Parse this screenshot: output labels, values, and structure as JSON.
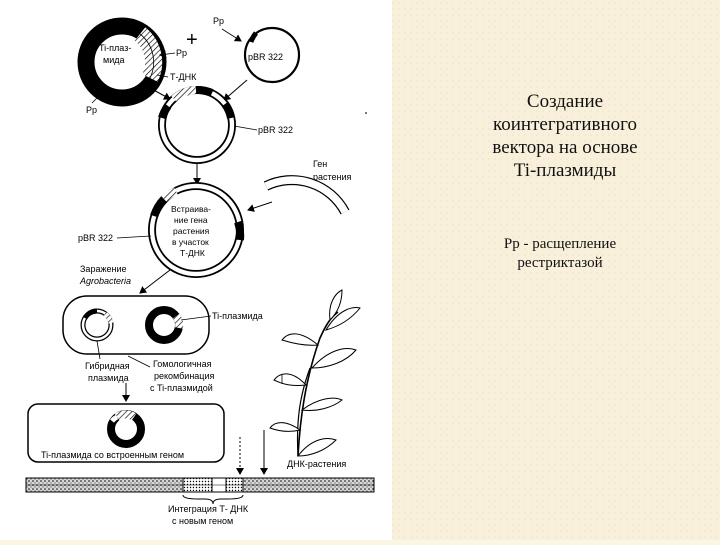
{
  "slide": {
    "title_lines": [
      "Создание",
      "коинтегративного",
      "вектора на основе",
      "Ti-плазмиды"
    ],
    "note_lines": [
      "Рр - расщепление",
      "рестриктазой"
    ]
  },
  "diagram": {
    "ti_plasmid_label": [
      "Ti-плаз-",
      "мида"
    ],
    "rp": "Рр",
    "plus": "+",
    "t_dna": "Т-ДНК",
    "pbr_top": "pBR 322",
    "pbr_mid": "pBR 322",
    "gene_label": [
      "Ген",
      "растения"
    ],
    "insert_label": [
      "Встраива-",
      "ние гена",
      "растения",
      "в участок",
      "Т-ДНК"
    ],
    "pbr_left": "pBR 322",
    "infection": [
      "Заражение",
      "Agrobacteria"
    ],
    "ti_plasmid_short": "Ti-плазмида",
    "hybrid": [
      "Гибридная",
      "плазмида"
    ],
    "recomb": [
      "Гомологичная",
      "рекомбинация",
      "с Ti-плазмидой"
    ],
    "ti_with_gene": "Ti-плазмида со встроенным геном",
    "plant_dna": "ДНК-растения",
    "integration": [
      "Интеграция Т- ДНК",
      "с новым геном"
    ]
  }
}
